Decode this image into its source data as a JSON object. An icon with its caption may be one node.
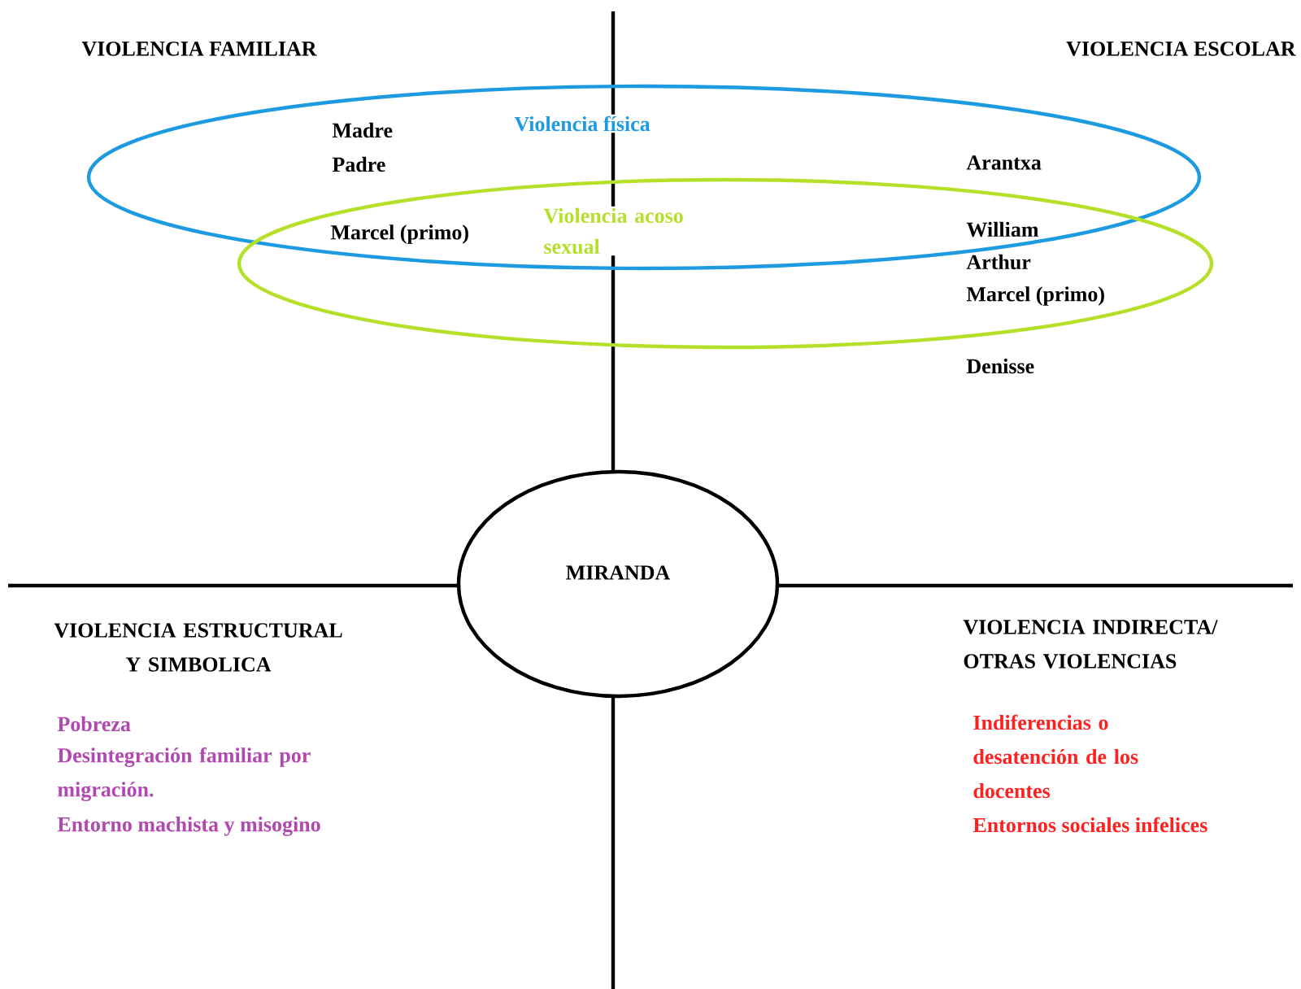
{
  "diagram": {
    "nodes": [
      {
        "text": [
          "MIRANDA"
        ]
      },
      {
        "text": [
          "Violencia física"
        ]
      },
      {
        "text": [
          "Violencia acoso sexual"
        ]
      }
    ],
    "labels": [
      "VIOLENCIA FAMILIAR",
      "VIOLENCIA ESCOLAR",
      "Madre",
      "Padre",
      "Arantxa",
      "Marcel (primo)",
      "William",
      "Arthur",
      "Marcel (primo)",
      "Denisse",
      "VIOLENCIA ESTRUCTURAL Y SIMBOLICA",
      "VIOLENCIA INDIRECTA/ OTRAS VIOLENCIAS",
      "Pobreza",
      "Desintegración familiar por migración.",
      "Entorno machista y misogino",
      "Indiferencias o desatención de los docentes",
      "Entornos sociales infelices"
    ]
  }
}
